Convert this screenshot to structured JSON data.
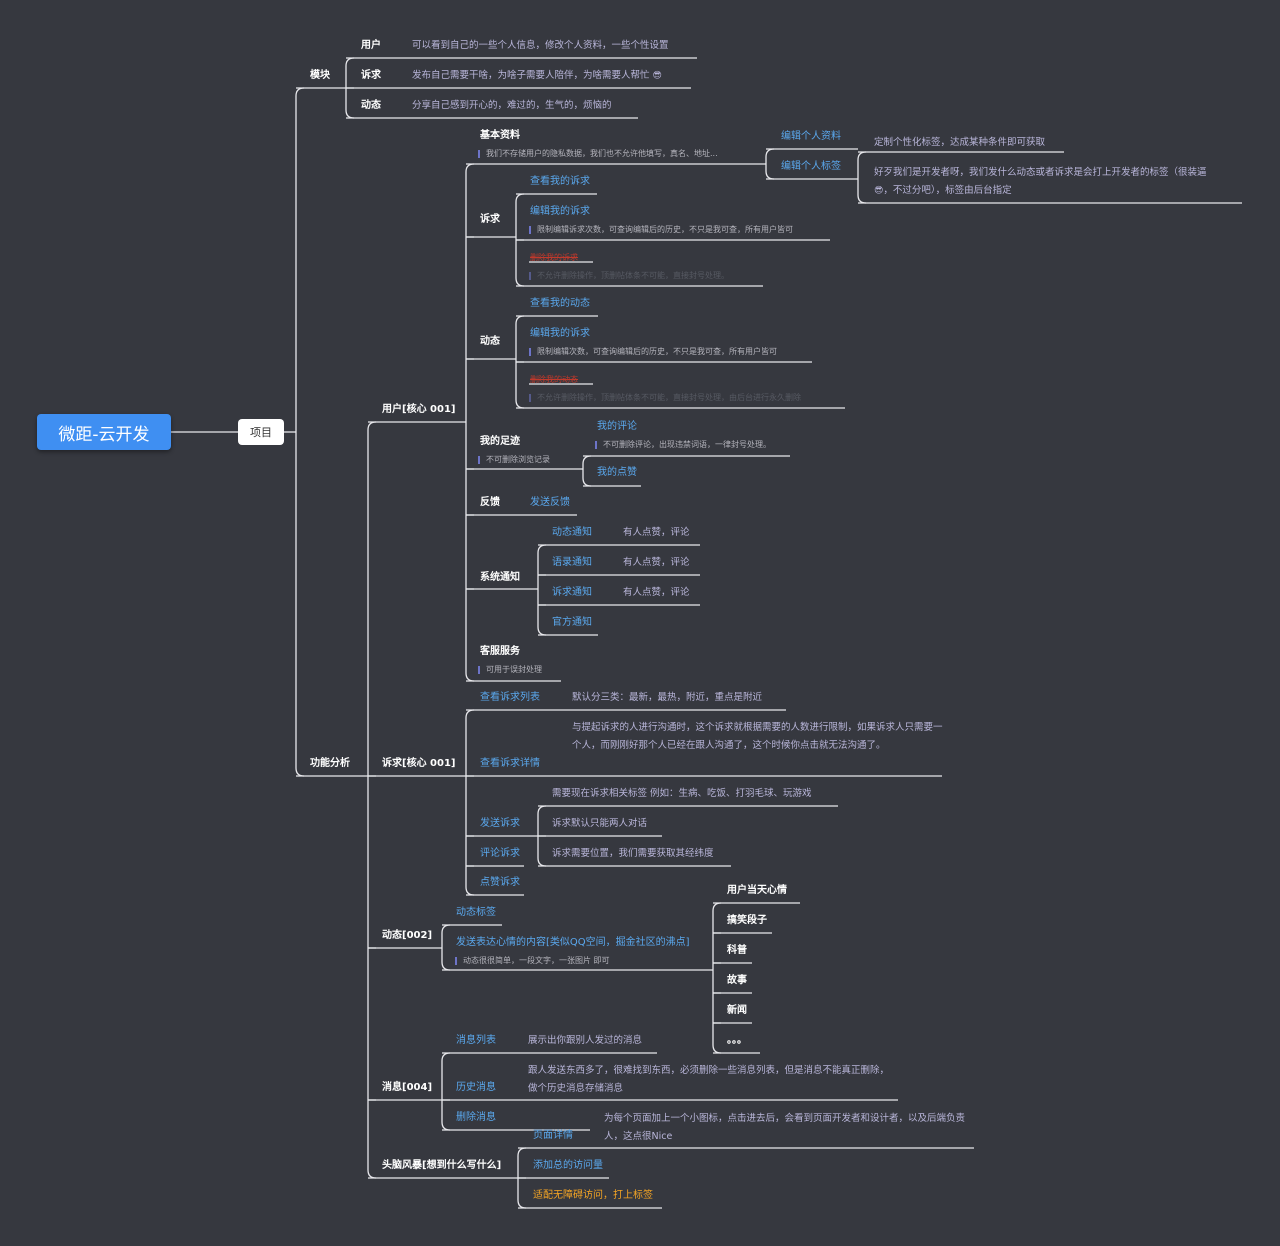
{
  "root": "微距-云开发",
  "project": "项目",
  "modules": {
    "label": "模块",
    "user": {
      "label": "用户",
      "desc": "可以看到自己的一些个人信息，修改个人资料，一些个性设置"
    },
    "appeal": {
      "label": "诉求",
      "desc": "发布自己需要干啥，为啥子需要人陪伴，为啥需要人帮忙",
      "emoji": "😎"
    },
    "moment": {
      "label": "动态",
      "desc": "分享自己感到开心的，难过的，生气的，烦恼的"
    }
  },
  "analysis": {
    "label": "功能分析",
    "user_core": {
      "label": "用户[核心 001]",
      "basic": {
        "label": "基本资料",
        "note": "我们不存储用户的隐私数据，我们也不允许他填写，真名、地址...",
        "edit_profile": "编辑个人资料",
        "edit_tags": "编辑个人标签",
        "custom_tags": "定制个性化标签，达成某种条件即可获取",
        "dev_tags": "好歹我们是开发者呀，我们发什么动态或者诉求是会打上开发者的标签（很装逼",
        "dev_tags_2": "，不过分吧），标签由后台指定",
        "emoji": "😎"
      },
      "appeal": {
        "label": "诉求",
        "view": "查看我的诉求",
        "edit": "编辑我的诉求",
        "edit_note": "限制编辑诉求次数，可查询编辑后的历史，不只是我可查，所有用户皆可",
        "delete": "删除我的诉求",
        "delete_note": "不允许删除操作，顶删帖体条不可能，直接封号处理。"
      },
      "moment": {
        "label": "动态",
        "view": "查看我的动态",
        "edit": "编辑我的诉求",
        "edit_note": "限制编辑次数，可查询编辑后的历史，不只是我可查，所有用户皆可",
        "delete": "删除我的动态",
        "delete_note": "不允许删除操作，顶删帖体条不可能，直接封号处理，由后台进行永久删除"
      },
      "footprint": {
        "label": "我的足迹",
        "note": "不可删除浏览记录",
        "comments": "我的评论",
        "comments_note": "不可删除评论，出现违禁词语，一律封号处理。",
        "likes": "我的点赞"
      },
      "feedback": {
        "label": "反馈",
        "send": "发送反馈"
      },
      "notify": {
        "label": "系统通知",
        "items": [
          {
            "name": "动态通知",
            "desc": "有人点赞，评论"
          },
          {
            "name": "语录通知",
            "desc": "有人点赞，评论"
          },
          {
            "name": "诉求通知",
            "desc": "有人点赞，评论"
          },
          {
            "name": "官方通知",
            "desc": ""
          }
        ]
      },
      "service": {
        "label": "客服服务",
        "note": "可用于误封处理"
      }
    },
    "appeal_core": {
      "label": "诉求[核心 001]",
      "list": "查看诉求列表",
      "list_desc": "默认分三类：最新，最热，附近，重点是附近",
      "detail": "查看诉求详情",
      "detail_desc": "与提起诉求的人进行沟通时，这个诉求就根据需要的人数进行限制，如果诉求人只需要一个人，而刚刚好那个人已经在跟人沟通了，这个时候你点击就无法沟通了。",
      "send": "发送诉求",
      "send_items": [
        "需要现在诉求相关标签 例如：生病、吃饭、打羽毛球、玩游戏",
        "诉求默认只能两人对话",
        "诉求需要位置，我们需要获取其经纬度"
      ],
      "comment": "评论诉求",
      "like": "点赞诉求"
    },
    "moment_core": {
      "label": "动态[002]",
      "tags": "动态标签",
      "publish": "发送表达心情的内容[类似QQ空间，掘金社区的沸点]",
      "publish_note": "动态很很简单，一段文字，一张图片 即可",
      "tag_items": [
        "用户当天心情",
        "搞笑段子",
        "科普",
        "故事",
        "新闻",
        "。。。"
      ]
    },
    "message": {
      "label": "消息[004]",
      "list": "消息列表",
      "list_desc": "展示出你跟别人发过的消息",
      "history": "历史消息",
      "history_desc": "跟人发送东西多了，很难找到东西，必须删除一些消息列表，但是消息不能真正删除，做个历史消息存储消息",
      "delete": "删除消息"
    },
    "brainstorm": {
      "label": "头脑风暴[想到什么写什么]",
      "page_detail": "页面详情",
      "page_detail_desc": "为每个页面加上一个小图标，点击进去后，会看到页面开发者和设计者，以及后端负责人，这点很Nice",
      "visits": "添加总的访问量",
      "a11y": "适配无障碍访问，打上标签"
    }
  },
  "colors": {
    "background": "#36383f",
    "root": "#3f8ff2",
    "link": "#5aa8ee",
    "muted": "#b9b6da",
    "line": "#e8e8ec",
    "accent": "#f5a524"
  }
}
